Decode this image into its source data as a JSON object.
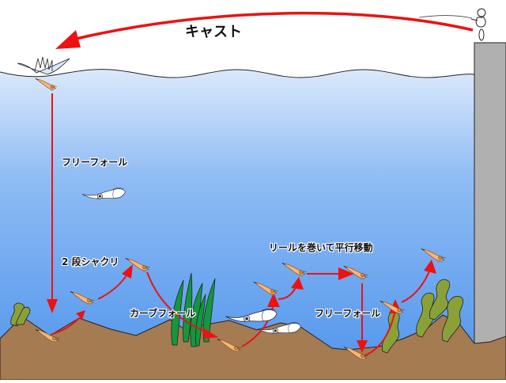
{
  "diagram": {
    "title": "Eging lure action diagram",
    "colors": {
      "sky": "#ffffff",
      "water_top": "#dbe9fb",
      "water_bottom": "#4f94ec",
      "seabed": "#a57b52",
      "seabed_outline": "#222222",
      "pier": "#b0b0b0",
      "arrow": "#ee1111",
      "seaweed_green": "#8aa13a",
      "eelgrass_green": "#16963f",
      "lure_orange": "#f6b777",
      "squid_white": "#ffffff"
    },
    "labels": {
      "cast": "キャスト",
      "free_fall_1": "フリーフォール",
      "two_step_jerk": "2 段シャクリ",
      "curve_fall": "カーブフォール",
      "reel_horizontal": "リールを巻いて平行移動",
      "free_fall_2": "フリーフォール"
    },
    "elements": {
      "angler": "angler-on-pier",
      "splash": "surface-splash",
      "pier": "concrete-pier",
      "squids": [
        "squid-midwater",
        "squid-bottom-1",
        "squid-bottom-2"
      ],
      "lures": 10
    }
  }
}
